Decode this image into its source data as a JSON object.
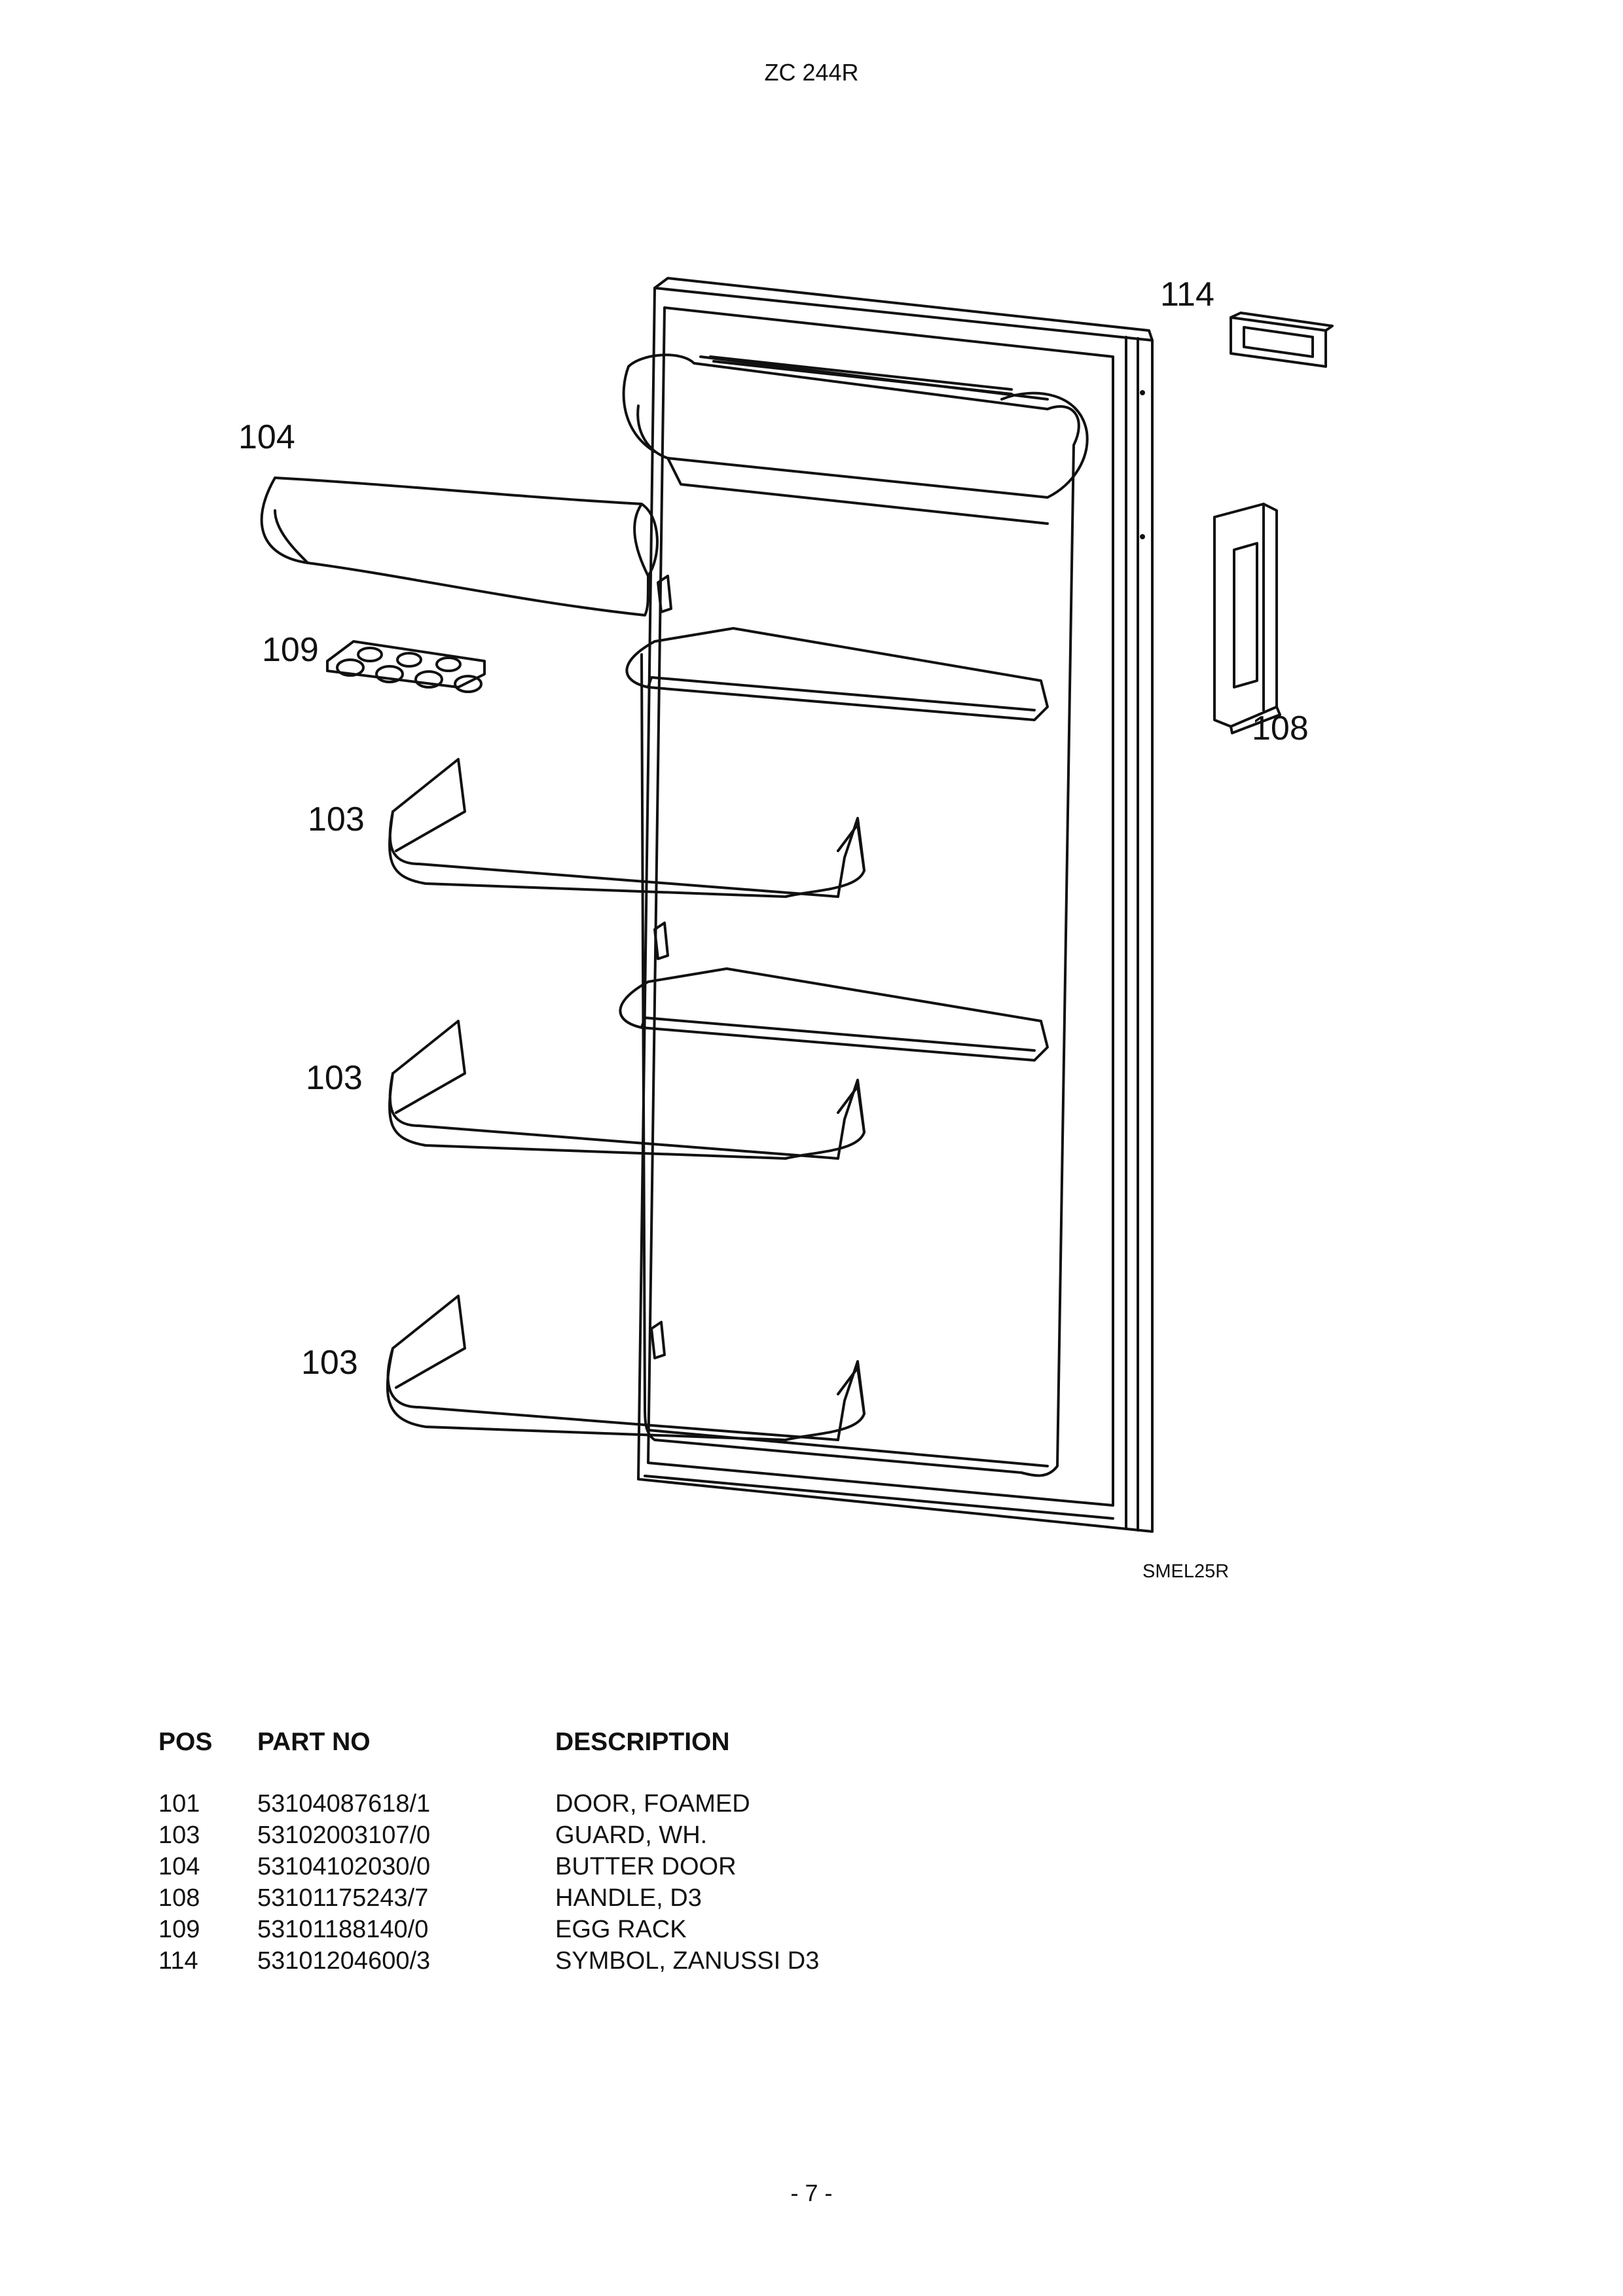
{
  "header": {
    "model": "ZC 244R"
  },
  "figure": {
    "code": "SMEL25R",
    "callouts": {
      "c104": "104",
      "c109": "109",
      "c103a": "103",
      "c103b": "103",
      "c103c": "103",
      "c114": "114",
      "c108": "108"
    }
  },
  "table": {
    "headers": {
      "pos": "POS",
      "part": "PART NO",
      "desc": "DESCRIPTION"
    },
    "rows": [
      {
        "pos": "101",
        "part": "53104087618/1",
        "desc": "DOOR, FOAMED"
      },
      {
        "pos": "103",
        "part": "53102003107/0",
        "desc": "GUARD, WH."
      },
      {
        "pos": "104",
        "part": "53104102030/0",
        "desc": "BUTTER DOOR"
      },
      {
        "pos": "108",
        "part": "53101175243/7",
        "desc": "HANDLE, D3"
      },
      {
        "pos": "109",
        "part": "53101188140/0",
        "desc": "EGG RACK"
      },
      {
        "pos": "114",
        "part": "53101204600/3",
        "desc": "SYMBOL, ZANUSSI D3"
      }
    ]
  },
  "footer": {
    "page": "- 7 -"
  }
}
